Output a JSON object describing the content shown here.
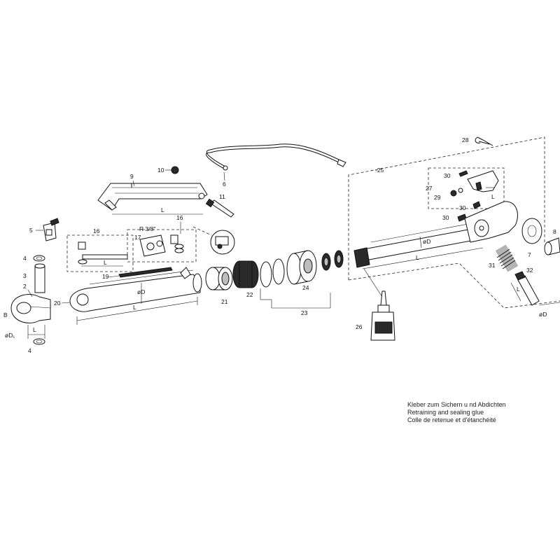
{
  "callouts": {
    "p2": "2",
    "p3": "3",
    "p4a": "4",
    "p4b": "4",
    "p5": "5",
    "p6": "6",
    "p7": "7",
    "p8": "8",
    "p9": "9",
    "p10": "10",
    "p11": "11",
    "p16a": "16",
    "p16b": "16",
    "p17": "17",
    "p19": "19",
    "p20": "20",
    "p21": "21",
    "p22": "22",
    "p23": "23",
    "p24": "24",
    "p25": "-25",
    "p26": "26",
    "p27": "27",
    "p28": "28",
    "p29": "29",
    "p30a": "30",
    "p30b": "30",
    "p30c": "30",
    "p31": "31",
    "p32": "32"
  },
  "dimensions": {
    "L": "L",
    "diameter_D": "øD",
    "diameter_D1": "øD₁",
    "B": "B",
    "thread": "R 3/8\""
  },
  "legend": {
    "line1": "Kleber zum Sichern u nd Abdichten",
    "line2": "Retraining and sealing glue",
    "line3": "Colle de retenue et d'étanchéité"
  }
}
